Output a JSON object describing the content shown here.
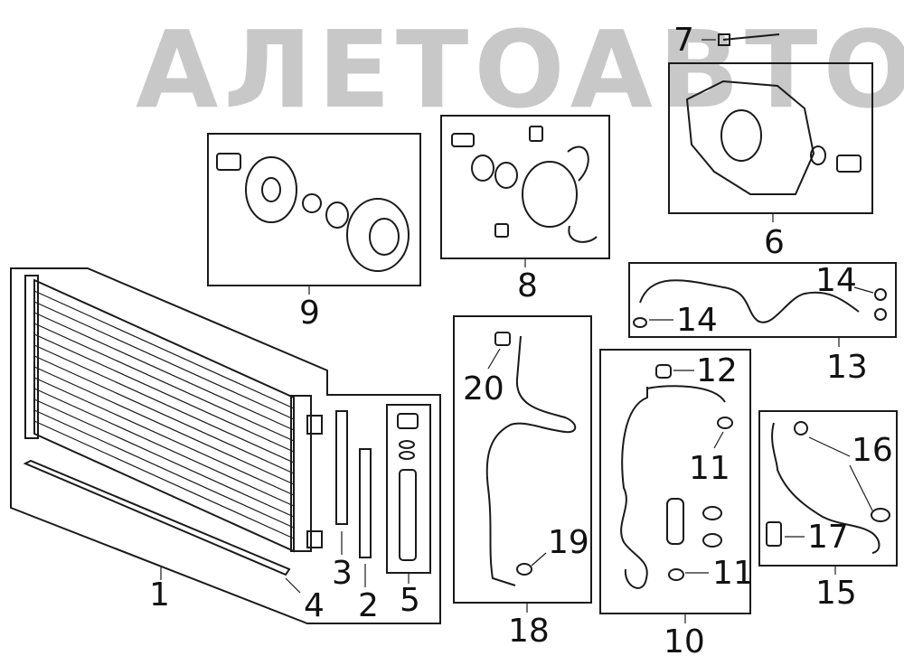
{
  "watermark": {
    "text": "АЛЕТОАВТО"
  },
  "callouts": {
    "c1": "1",
    "c2": "2",
    "c3": "3",
    "c4": "4",
    "c5": "5",
    "c6": "6",
    "c7": "7",
    "c8": "8",
    "c9": "9",
    "c10": "10",
    "c11a": "11",
    "c11b": "11",
    "c12": "12",
    "c13": "13",
    "c14a": "14",
    "c14b": "14",
    "c15": "15",
    "c16": "16",
    "c17": "17",
    "c18": "18",
    "c19": "19",
    "c20": "20"
  },
  "colors": {
    "line": "#1a1a1a",
    "watermark": "#c8c8c8",
    "background": "#ffffff"
  }
}
